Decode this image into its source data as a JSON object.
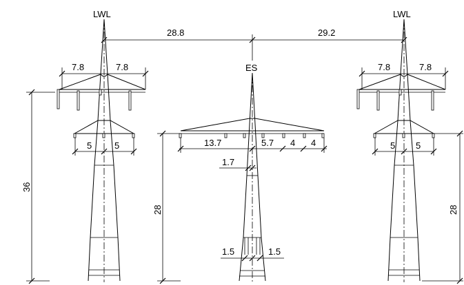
{
  "labels": {
    "left_ground_wire": "LWL",
    "right_ground_wire": "LWL",
    "middle_ground_wire": "ES"
  },
  "dimensions": {
    "span_left": "28.8",
    "span_right": "29.2",
    "left_top_arm_left": "7.8",
    "left_top_arm_right": "7.8",
    "left_lower_arm_left": "5",
    "left_lower_arm_right": "5",
    "left_height": "36",
    "mid_arm_left": "13.7",
    "mid_arm_right": "5.7",
    "mid_arm_outer_1": "4",
    "mid_arm_outer_2": "4",
    "mid_offset": "1.7",
    "mid_base_left": "1.5",
    "mid_base_right": "1.5",
    "mid_height": "28",
    "right_top_arm_left": "7.8",
    "right_top_arm_right": "7.8",
    "right_lower_arm_left": "5",
    "right_lower_arm_right": "5",
    "right_height": "28"
  }
}
